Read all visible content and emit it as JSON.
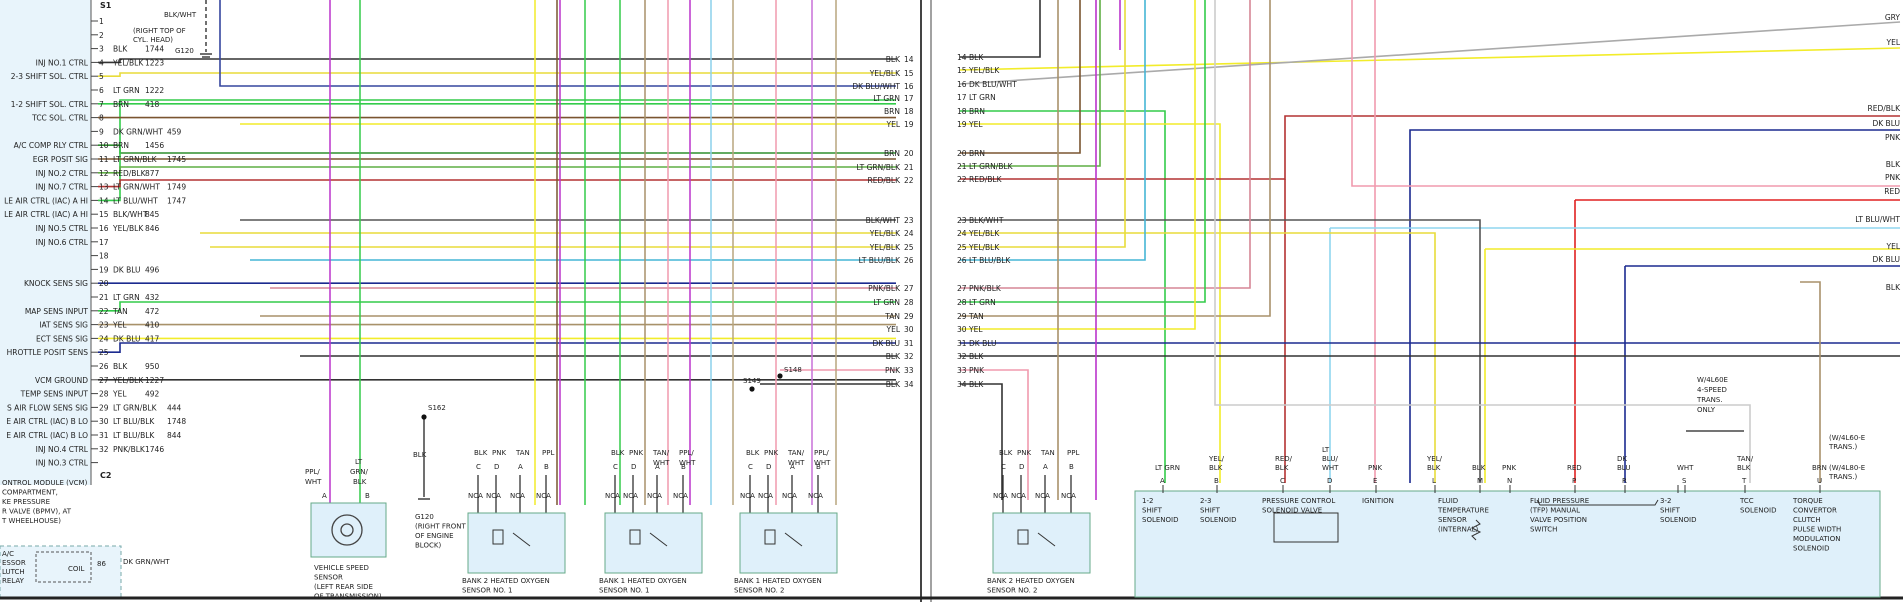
{
  "colors": {
    "BLK": "#333333",
    "BRN": "#7a5530",
    "YEL": "#f2ec2a",
    "YEL/BLK": "#e8dc3a",
    "LT GRN": "#33cc4a",
    "LT GRN/BLK": "#5fae44",
    "DK GRN/WHT": "#2e8f2e",
    "DK BLU": "#1b2a8f",
    "DK BLU/WHT": "#35469e",
    "RED/BLK": "#b43232",
    "RED": "#e02020",
    "PNK": "#f09aae",
    "PNK/BLK": "#d58696",
    "TAN": "#a8916a",
    "TAN/WHT": "#b8a57e",
    "PPL": "#bb33cc",
    "LT BLU": "#8cd0ec",
    "LT BLU/BLK": "#45b5d5",
    "LT BLU/WHT": "#8fd5ef",
    "BLK/WHT": "#555555",
    "GRY": "#aaaaaa",
    "LT GRN/WHT": "#7fd67f",
    "PPL/WHT": "#c870d8",
    "BG_PANEL": "#e8f4fb",
    "BG_COMPONENT": "#dff0fa"
  },
  "left": {
    "connector_top": "S1",
    "connector_bottom": "C2",
    "g120_note": [
      "(RIGHT TOP OF",
      "CYL. HEAD)"
    ],
    "g120": "G120",
    "pins": [
      {
        "pin": "1",
        "label": "",
        "wire": "",
        "circuit": ""
      },
      {
        "pin": "2",
        "label": "",
        "wire": "",
        "circuit": ""
      },
      {
        "pin": "3",
        "label": "",
        "wire": "BLK",
        "circuit": "1744"
      },
      {
        "pin": "4",
        "label": "INJ NO.1 CTRL",
        "wire": "YEL/BLK",
        "circuit": "1223"
      },
      {
        "pin": "5",
        "label": "2-3 SHIFT SOL. CTRL",
        "wire": "",
        "circuit": ""
      },
      {
        "pin": "6",
        "label": "",
        "wire": "LT GRN",
        "circuit": "1222"
      },
      {
        "pin": "7",
        "label": "1-2 SHIFT SOL. CTRL",
        "wire": "BRN",
        "circuit": "418"
      },
      {
        "pin": "8",
        "label": "TCC SOL. CTRL",
        "wire": "",
        "circuit": ""
      },
      {
        "pin": "9",
        "label": "",
        "wire": "DK GRN/WHT",
        "circuit": "459"
      },
      {
        "pin": "10",
        "label": "A/C COMP RLY CTRL",
        "wire": "BRN",
        "circuit": "1456"
      },
      {
        "pin": "11",
        "label": "EGR POSIT SIG",
        "wire": "LT GRN/BLK",
        "circuit": "1745"
      },
      {
        "pin": "12",
        "label": "INJ NO.2 CTRL",
        "wire": "RED/BLK",
        "circuit": "877"
      },
      {
        "pin": "13",
        "label": "INJ NO.7 CTRL",
        "wire": "LT GRN/WHT",
        "circuit": "1749"
      },
      {
        "pin": "14",
        "label": "LE AIR CTRL (IAC) A HI",
        "wire": "LT BLU/WHT",
        "circuit": "1747"
      },
      {
        "pin": "15",
        "label": "LE AIR CTRL (IAC) A HI",
        "wire": "BLK/WHT",
        "circuit": "845"
      },
      {
        "pin": "16",
        "label": "INJ NO.5 CTRL",
        "wire": "YEL/BLK",
        "circuit": "846"
      },
      {
        "pin": "17",
        "label": "INJ NO.6 CTRL",
        "wire": "",
        "circuit": ""
      },
      {
        "pin": "18",
        "label": "",
        "wire": "",
        "circuit": ""
      },
      {
        "pin": "19",
        "label": "",
        "wire": "DK BLU",
        "circuit": "496"
      },
      {
        "pin": "20",
        "label": "KNOCK SENS SIG",
        "wire": "",
        "circuit": ""
      },
      {
        "pin": "21",
        "label": "",
        "wire": "LT GRN",
        "circuit": "432"
      },
      {
        "pin": "22",
        "label": "MAP SENS INPUT",
        "wire": "TAN",
        "circuit": "472"
      },
      {
        "pin": "23",
        "label": "IAT SENS SIG",
        "wire": "YEL",
        "circuit": "410"
      },
      {
        "pin": "24",
        "label": "ECT SENS SIG",
        "wire": "DK BLU",
        "circuit": "417"
      },
      {
        "pin": "25",
        "label": "HROTTLE POSIT SENS",
        "wire": "",
        "circuit": ""
      },
      {
        "pin": "26",
        "label": "",
        "wire": "BLK",
        "circuit": "950"
      },
      {
        "pin": "27",
        "label": "VCM GROUND",
        "wire": "YEL/BLK",
        "circuit": "1227"
      },
      {
        "pin": "28",
        "label": "TEMP SENS INPUT",
        "wire": "YEL",
        "circuit": "492"
      },
      {
        "pin": "29",
        "label": "S AIR FLOW SENS SIG",
        "wire": "LT GRN/BLK",
        "circuit": "444"
      },
      {
        "pin": "30",
        "label": "E AIR CTRL (IAC) B LO",
        "wire": "LT BLU/BLK",
        "circuit": "1748"
      },
      {
        "pin": "31",
        "label": "E AIR CTRL (IAC) B LO",
        "wire": "LT BLU/BLK",
        "circuit": "844"
      },
      {
        "pin": "32",
        "label": "INJ NO.4 CTRL",
        "wire": "PNK/BLK",
        "circuit": "1746"
      },
      {
        "pin": "",
        "label": "INJ NO.3 CTRL",
        "wire": "",
        "circuit": ""
      }
    ],
    "pin_blkwht_top": "BLK/WHT",
    "module_text": [
      "ONTROL MODULE (VCM)",
      "COMPARTMENT,",
      "KE PRESSURE",
      "R VALVE (BPMV), AT",
      "T WHEELHOUSE)"
    ],
    "relay_text": [
      "A/C",
      "ESSOR",
      "LUTCH",
      "RELAY"
    ],
    "coil": "COIL",
    "relay_pin": "86",
    "relay_wire": "DK GRN/WHT"
  },
  "middle": {
    "right_pins": [
      {
        "pin": "14",
        "wire": "BLK"
      },
      {
        "pin": "15",
        "wire": "YEL/BLK"
      },
      {
        "pin": "16",
        "wire": "DK BLU/WHT"
      },
      {
        "pin": "17",
        "wire": "LT GRN"
      },
      {
        "pin": "18",
        "wire": "BRN"
      },
      {
        "pin": "19",
        "wire": "YEL"
      },
      {
        "pin": "20",
        "wire": "BRN"
      },
      {
        "pin": "21",
        "wire": "LT GRN/BLK"
      },
      {
        "pin": "22",
        "wire": "RED/BLK"
      },
      {
        "pin": "23",
        "wire": "BLK/WHT"
      },
      {
        "pin": "24",
        "wire": "YEL/BLK"
      },
      {
        "pin": "25",
        "wire": "YEL/BLK"
      },
      {
        "pin": "26",
        "wire": "LT BLU/BLK"
      },
      {
        "pin": "27",
        "wire": "PNK/BLK"
      },
      {
        "pin": "28",
        "wire": "LT GRN"
      },
      {
        "pin": "29",
        "wire": "TAN"
      },
      {
        "pin": "30",
        "wire": "YEL"
      },
      {
        "pin": "31",
        "wire": "DK BLU"
      },
      {
        "pin": "32",
        "wire": "BLK"
      },
      {
        "pin": "33",
        "wire": "PNK"
      },
      {
        "pin": "34",
        "wire": "BLK"
      }
    ],
    "splices": {
      "s162": "S162",
      "s149": "S149",
      "s148": "S148"
    },
    "g120_bottom": [
      "G120",
      "(RIGHT FRONT",
      "OF ENGINE",
      "BLOCK)"
    ],
    "vss": {
      "wires": [
        "PPL/",
        "WHT",
        "LT",
        "GRN/",
        "BLK"
      ],
      "pins": [
        "A",
        "B"
      ],
      "label": [
        "VEHICLE SPEED",
        "SENSOR",
        "(LEFT REAR SIDE",
        "OF TRANSMISSION)"
      ]
    },
    "sensors": [
      {
        "title": [
          "BANK 2 HEATED OXYGEN",
          "SENSOR NO. 1"
        ],
        "wires": [
          "BLK",
          "PNK",
          "TAN",
          "PPL"
        ],
        "pins": [
          "C",
          "D",
          "A",
          "B"
        ],
        "nca": "NCA"
      },
      {
        "title": [
          "BANK 1 HEATED OXYGEN",
          "SENSOR NO. 1"
        ],
        "wires": [
          "BLK",
          "PNK",
          "TAN/",
          "PPL/"
        ],
        "wires2": [
          "",
          "",
          "WHT",
          "WHT"
        ],
        "pins": [
          "C",
          "D",
          "A",
          "B"
        ],
        "nca": "NCA"
      },
      {
        "title": [
          "BANK 1 HEATED OXYGEN",
          "SENSOR NO. 2"
        ],
        "wires": [
          "BLK",
          "PNK",
          "TAN/",
          "PPL/"
        ],
        "wires2": [
          "",
          "",
          "WHT",
          "WHT"
        ],
        "pins": [
          "C",
          "D",
          "A",
          "B"
        ],
        "nca": "NCA"
      }
    ],
    "ground_wire": "BLK"
  },
  "right": {
    "top_right_labels": [
      "GRY",
      "YEL"
    ],
    "left_pins": [
      {
        "pin": "14",
        "wire": "BLK"
      },
      {
        "pin": "15",
        "wire": "YEL/BLK"
      },
      {
        "pin": "16",
        "wire": "DK BLU/WHT"
      },
      {
        "pin": "17",
        "wire": "LT GRN"
      },
      {
        "pin": "18",
        "wire": "BRN"
      },
      {
        "pin": "19",
        "wire": "YEL"
      },
      {
        "pin": "20",
        "wire": "BRN"
      },
      {
        "pin": "21",
        "wire": "LT GRN/BLK"
      },
      {
        "pin": "22",
        "wire": "RED/BLK"
      },
      {
        "pin": "23",
        "wire": "BLK/WHT"
      },
      {
        "pin": "24",
        "wire": "YEL/BLK"
      },
      {
        "pin": "25",
        "wire": "YEL/BLK"
      },
      {
        "pin": "26",
        "wire": "LT BLU/BLK"
      },
      {
        "pin": "27",
        "wire": "PNK/BLK"
      },
      {
        "pin": "28",
        "wire": "LT GRN"
      },
      {
        "pin": "29",
        "wire": "TAN"
      },
      {
        "pin": "30",
        "wire": "YEL"
      },
      {
        "pin": "31",
        "wire": "DK BLU"
      },
      {
        "pin": "32",
        "wire": "BLK"
      },
      {
        "pin": "33",
        "wire": "PNK"
      },
      {
        "pin": "34",
        "wire": "BLK"
      }
    ],
    "right_edge_labels": [
      "RED/BLK",
      "DK BLU",
      "PNK",
      "BLK",
      "PNK",
      "RED",
      "LT BLU/WHT",
      "YEL",
      "DK BLU",
      "BLK"
    ],
    "sensor4": {
      "title": [
        "BANK 2 HEATED OXYGEN",
        "SENSOR NO. 2"
      ],
      "wires": [
        "BLK",
        "PNK",
        "TAN",
        "PPL"
      ],
      "pins": [
        "C",
        "D",
        "A",
        "B"
      ],
      "nca": "NCA"
    },
    "trans_pins": [
      {
        "wire": [
          "LT GRN"
        ],
        "pin": "A"
      },
      {
        "wire": [
          "YEL/",
          "BLK"
        ],
        "pin": "B"
      },
      {
        "wire": [
          "RED/",
          "BLK"
        ],
        "pin": "C"
      },
      {
        "wire": [
          "LT",
          "BLU/",
          "WHT"
        ],
        "pin": "D"
      },
      {
        "wire": [
          "PNK"
        ],
        "pin": "E"
      },
      {
        "wire": [
          "YEL/",
          "BLK"
        ],
        "pin": "L"
      },
      {
        "wire": [
          "BLK"
        ],
        "pin": "M"
      },
      {
        "wire": [
          "PNK"
        ],
        "pin": "N"
      },
      {
        "wire": [
          "RED"
        ],
        "pin": "P"
      },
      {
        "wire": [
          "DK",
          "BLU"
        ],
        "pin": "R"
      },
      {
        "wire": [
          "WHT"
        ],
        "pin": "S"
      },
      {
        "wire": [
          "TAN/",
          "BLK"
        ],
        "pin": "T"
      },
      {
        "wire": [
          "BRN"
        ],
        "pin": "U"
      },
      {
        "wire": [
          ""
        ],
        "pin": "S"
      }
    ],
    "w4l60": [
      "W/4L60E",
      "4-SPEED",
      "TRANS.",
      "ONLY"
    ],
    "w4l60e_notes": [
      [
        "(W/4L60-E",
        "TRANS.)"
      ],
      [
        "(W/4L80-E",
        "TRANS.)"
      ]
    ],
    "components": [
      [
        "1-2",
        "SHIFT",
        "SOLENOID"
      ],
      [
        "2-3",
        "SHIFT",
        "SOLENOID"
      ],
      [
        "PRESSURE CONTROL",
        "SOLENOID VALVE"
      ],
      [
        "IGNITION"
      ],
      [
        "FLUID",
        "TEMPERATURE",
        "SENSOR",
        "(INTERNAL)"
      ],
      [
        "FLUID PRESSURE",
        "(TFP) MANUAL",
        "VALVE POSITION",
        "SWITCH"
      ],
      [
        "3-2",
        "SHIFT",
        "SOLENOID"
      ],
      [
        "TCC",
        "SOLENOID"
      ],
      [
        "TORQUE",
        "CONVERTOR",
        "CLUTCH",
        "PULSE WIDTH",
        "MODULATION",
        "SOLENOID"
      ]
    ]
  }
}
